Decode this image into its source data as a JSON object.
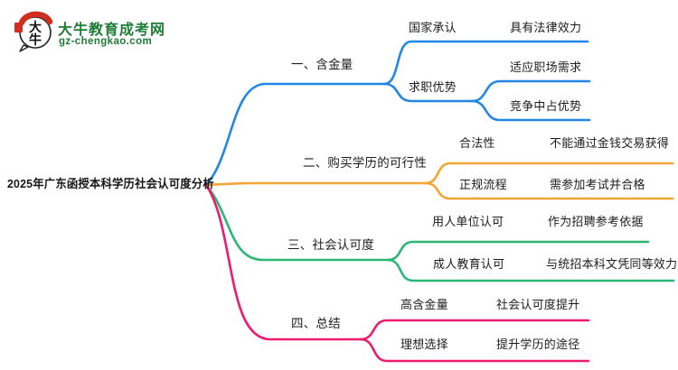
{
  "logo": {
    "brand": "大牛教育成考网",
    "domain": "gz-chengkao.com",
    "icon_chars_top": "大",
    "icon_chars_bottom": "牛",
    "brand_color": "#1e7c35",
    "seal_color": "#cf2e21"
  },
  "root": {
    "title": "2025年广东函授本科学历社会认可度分析"
  },
  "colors": {
    "branch1": "#2186e8",
    "branch2": "#f2a434",
    "branch3": "#2bb673",
    "branch4": "#ee1a70",
    "text": "#1c1c1c"
  },
  "branches": [
    {
      "label": "一、含金量",
      "color": "#2186e8",
      "children": [
        {
          "label": "国家承认",
          "children": [
            {
              "label": "具有法律效力"
            }
          ]
        },
        {
          "label": "求职优势",
          "children": [
            {
              "label": "适应职场需求"
            },
            {
              "label": "竞争中占优势"
            }
          ]
        }
      ]
    },
    {
      "label": "二、购买学历的可行性",
      "color": "#f2a434",
      "children": [
        {
          "label": "合法性",
          "children": [
            {
              "label": "不能通过金钱交易获得"
            }
          ]
        },
        {
          "label": "正规流程",
          "children": [
            {
              "label": "需参加考试并合格"
            }
          ]
        }
      ]
    },
    {
      "label": "三、社会认可度",
      "color": "#2bb673",
      "children": [
        {
          "label": "用人单位认可",
          "children": [
            {
              "label": "作为招聘参考依据"
            }
          ]
        },
        {
          "label": "成人教育认可",
          "children": [
            {
              "label": "与统招本科文凭同等效力"
            }
          ]
        }
      ]
    },
    {
      "label": "四、总结",
      "color": "#ee1a70",
      "children": [
        {
          "label": "高含金量",
          "children": [
            {
              "label": "社会认可度提升"
            }
          ]
        },
        {
          "label": "理想选择",
          "children": [
            {
              "label": "提升学历的途径"
            }
          ]
        }
      ]
    }
  ]
}
